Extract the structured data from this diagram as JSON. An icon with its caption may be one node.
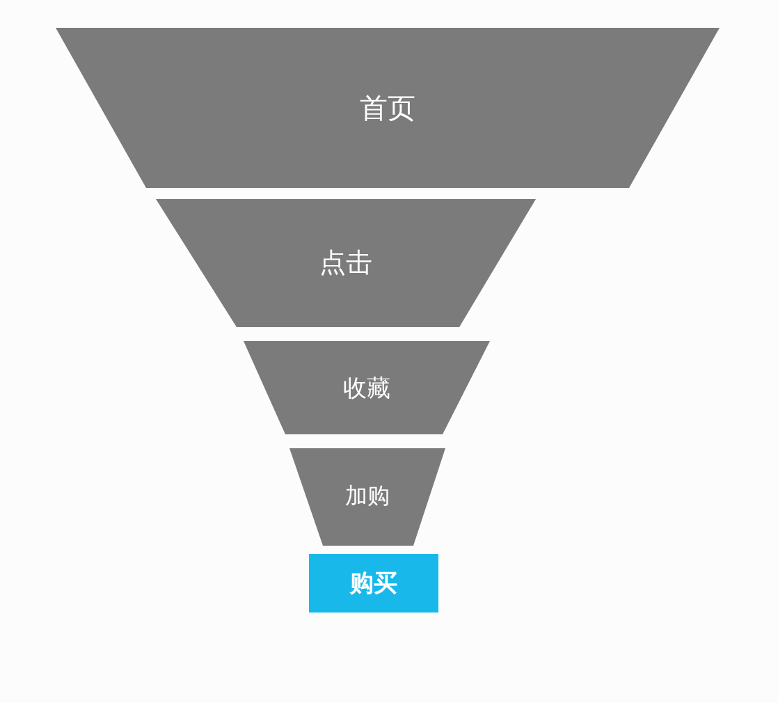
{
  "diagram": {
    "nodes": [
      {
        "text": [
          "首页"
        ]
      },
      {
        "text": [
          "点击"
        ]
      },
      {
        "text": [
          "收藏"
        ]
      },
      {
        "text": [
          "加购"
        ]
      },
      {
        "text": [
          "购买"
        ]
      }
    ]
  }
}
